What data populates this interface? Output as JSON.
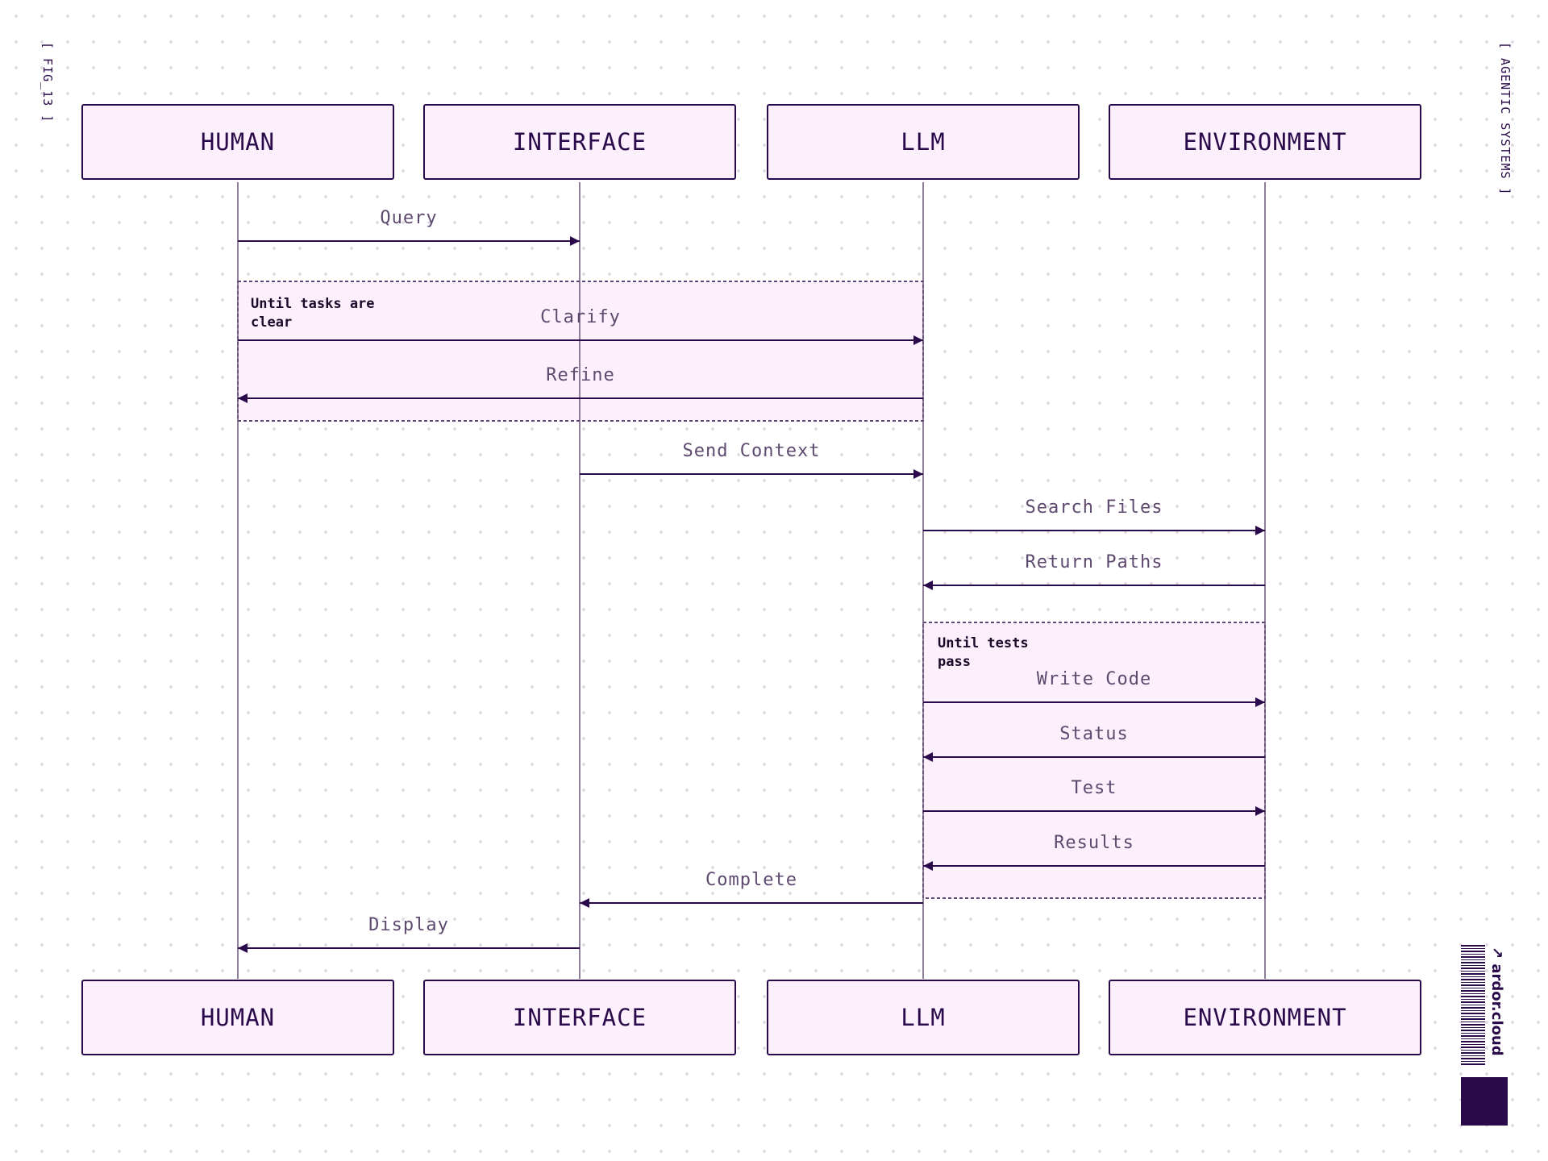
{
  "figure_label": "[ FIG_13 ]",
  "brand_label": "[ AGENTIC SYSTEMS ]",
  "logo_text": "↗ ardor.cloud",
  "participants": [
    "HUMAN",
    "INTERFACE",
    "LLM",
    "ENVIRONMENT"
  ],
  "loops": [
    {
      "label_line1": "Until tasks are",
      "label_line2": "clear"
    },
    {
      "label_line1": "Until tests",
      "label_line2": "pass"
    }
  ],
  "messages": [
    {
      "from": 0,
      "to": 1,
      "label": "Query"
    },
    {
      "from": 0,
      "to": 2,
      "label": "Clarify"
    },
    {
      "from": 2,
      "to": 0,
      "label": "Refine"
    },
    {
      "from": 1,
      "to": 2,
      "label": "Send Context"
    },
    {
      "from": 2,
      "to": 3,
      "label": "Search Files"
    },
    {
      "from": 3,
      "to": 2,
      "label": "Return Paths"
    },
    {
      "from": 2,
      "to": 3,
      "label": "Write Code"
    },
    {
      "from": 3,
      "to": 2,
      "label": "Status"
    },
    {
      "from": 2,
      "to": 3,
      "label": "Test"
    },
    {
      "from": 3,
      "to": 2,
      "label": "Results"
    },
    {
      "from": 2,
      "to": 1,
      "label": "Complete"
    },
    {
      "from": 1,
      "to": 0,
      "label": "Display"
    }
  ],
  "colors": {
    "ink": "#2a0a4a",
    "box_fill": "#fbf0fc",
    "loop_fill": "#fbf0fc",
    "label": "#5e4a6e"
  }
}
